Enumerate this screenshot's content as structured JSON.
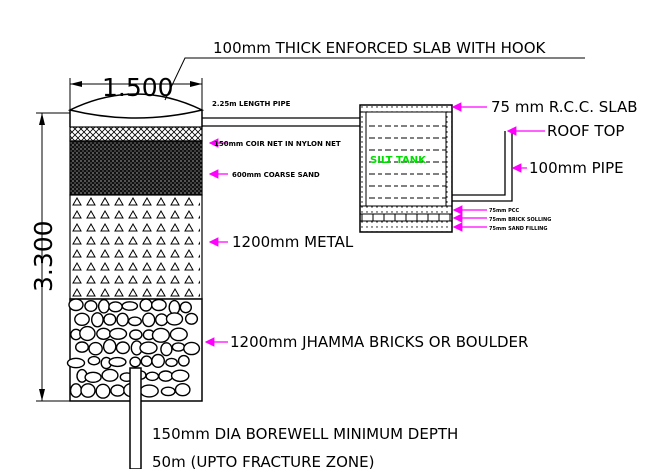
{
  "labels": {
    "slab": "100mm THICK ENFORCED SLAB WITH HOOK",
    "pipe_length": "2.25m LENGTH PIPE",
    "coir_net": "150mm COIR NET IN NYLON NET",
    "coarse_sand": "600mm COARSE SAND",
    "metal": "1200mm METAL",
    "bricks": "1200mm JHAMMA BRICKS OR BOULDER",
    "borewell_1": "150mm DIA BOREWELL MINIMUM DEPTH",
    "borewell_2": "50m (UPTO FRACTURE ZONE)",
    "rcc_slab": "75 mm R.C.C. SLAB",
    "roof_top": "ROOF TOP",
    "pipe_100": "100mm PIPE",
    "silt_tank": "SILT TANK",
    "pcc": "75mm PCC",
    "brick_soling": "75mm BRICK SOLLING",
    "sand_filling": "75mm SAND FILLING"
  },
  "dimensions": {
    "width": "1.500",
    "height": "3.300"
  },
  "colors": {
    "arrow": "#ff00ff",
    "silt_tank_text": "#00dd00",
    "line": "#000000"
  }
}
